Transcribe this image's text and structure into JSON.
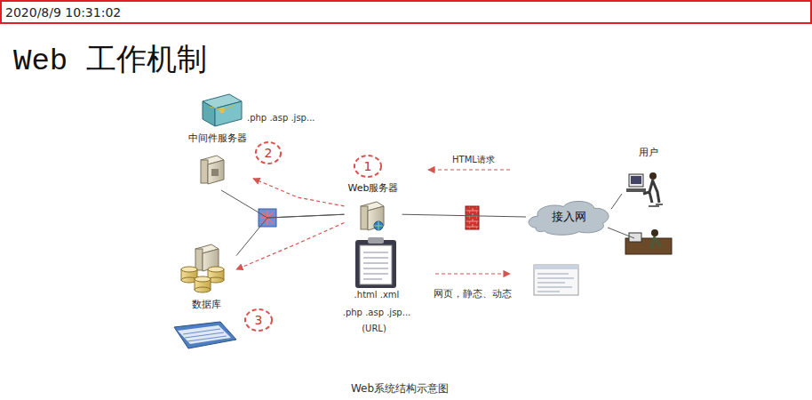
{
  "diagram": {
    "title": "Web 工作机制",
    "caption": "Web系统结构示意图",
    "nodes": [
      {
        "text": [
          "2020/8/9 10:31:02"
        ]
      },
      {
        "text": [
          "中间件服务器"
        ]
      },
      {
        "text": [
          "2"
        ]
      },
      {
        "text": [
          "1"
        ]
      },
      {
        "text": [
          "Web服务器"
        ]
      },
      {
        "text": [
          "用户"
        ]
      },
      {
        "text": [
          "接入网"
        ]
      },
      {
        "text": [
          "数据库"
        ]
      },
      {
        "text": [
          "3"
        ]
      }
    ],
    "edges": [
      {
        "from": 4,
        "to": 1,
        "arrow": "none"
      },
      {
        "from": 4,
        "to": 7,
        "arrow": "none"
      },
      {
        "from": 4,
        "to": 6,
        "arrow": "none"
      },
      {
        "from": 6,
        "to": 5,
        "arrow": "none"
      },
      {
        "from": 4,
        "to": 1,
        "arrow": "to"
      },
      {
        "from": 4,
        "to": 7,
        "arrow": "to"
      }
    ],
    "labels": [
      ".php  .asp  .jsp...",
      ".html  .xml",
      ".php  .asp  .jsp...",
      "(URL)",
      "HTML请求",
      "网页，静态、动态"
    ]
  }
}
